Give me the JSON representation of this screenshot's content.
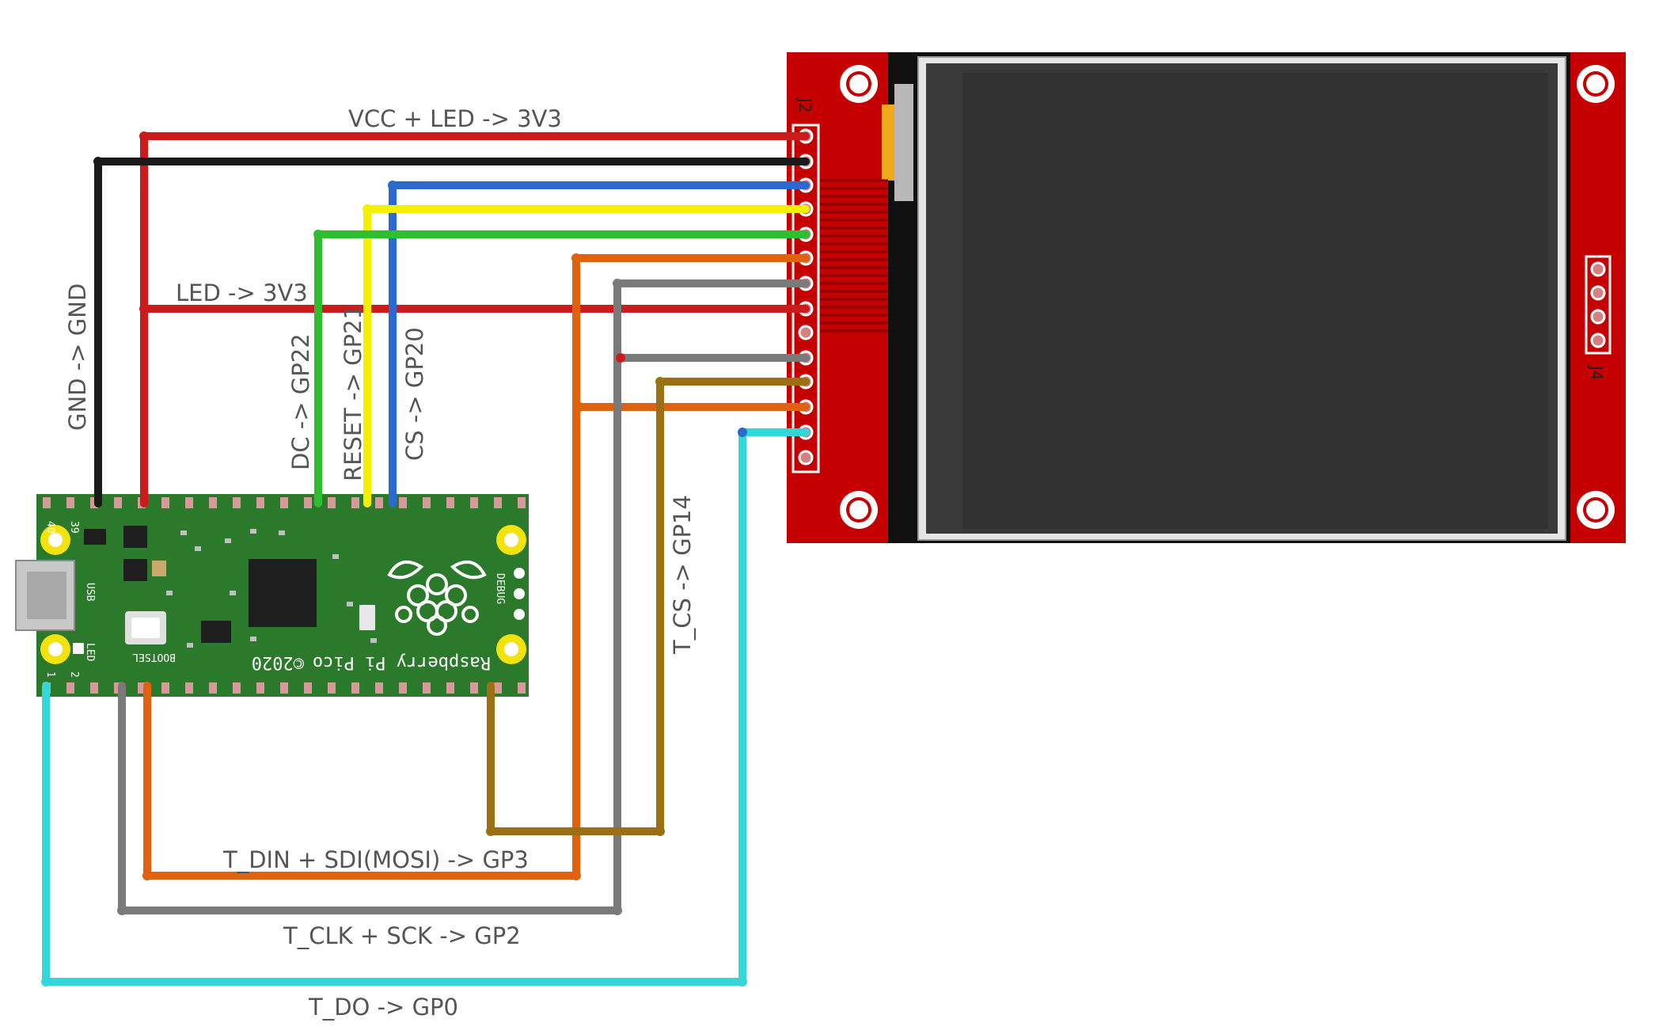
{
  "colors": {
    "background": "#ffffff",
    "pico_board": "#2b7a2b",
    "tft_board": "#c40000",
    "screen": "#323232",
    "red_wire": "#cc1b1b",
    "black_wire": "#1a1a1a",
    "blue_wire": "#2a6ad0",
    "yellow_wire": "#f5f000",
    "green_wire": "#2fbe2f",
    "orange_wire": "#e0620f",
    "gray_wire": "#7a7a7a",
    "olive_wire": "#9a7010",
    "cyan_wire": "#33d7d7"
  },
  "labels": {
    "vcc_led": "VCC + LED -> 3V3",
    "led": "LED -> 3V3",
    "gnd": "GND -> GND",
    "dc": "DC -> GP22",
    "reset": "RESET -> GP21",
    "cs": "CS -> GP20",
    "t_cs": "T_CS -> GP14",
    "t_din": "T_DIN + SDI(MOSI) -> GP3",
    "t_clk": "T_CLK + SCK -> GP2",
    "t_do": "T_DO -> GP0"
  },
  "pico": {
    "brand": "Raspberry Pi Pico",
    "copyright": "©2020",
    "bootsel": "BOOTSEL",
    "usb": "USB",
    "led": "LED",
    "debug": "DEBUG",
    "pin1": "1",
    "pin2": "2",
    "pin39": "39",
    "pin40": "40"
  },
  "tft": {
    "j2": "J2",
    "j4": "J4"
  },
  "icons": [
    "raspberry-pi-logo-icon",
    "usb-connector-icon",
    "mounting-hole-icon"
  ]
}
